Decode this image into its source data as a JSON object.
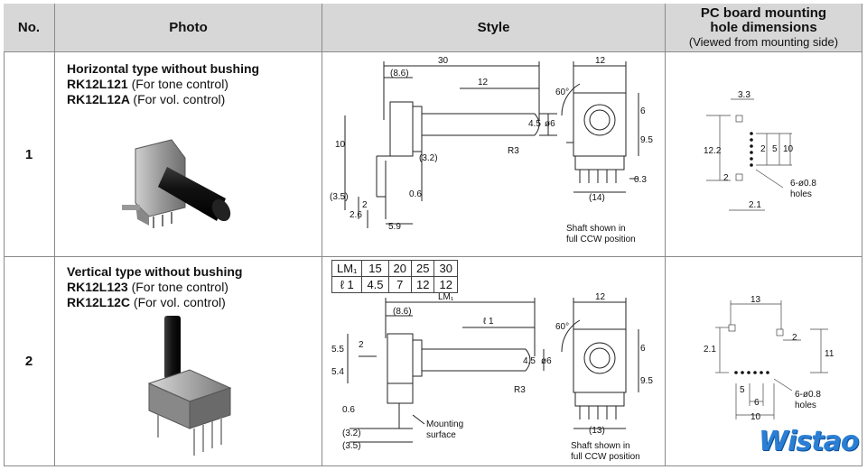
{
  "headers": {
    "no": "No.",
    "photo": "Photo",
    "style": "Style",
    "pc_line1": "PC board mounting",
    "pc_line2": "hole dimensions",
    "pc_line3": "(Viewed from mounting side)"
  },
  "rows": [
    {
      "no": "1",
      "title": "Horizontal type without bushing",
      "model1": "RK12L121",
      "model1_note": "(For tone control)",
      "model2": "RK12L12A",
      "model2_note": "(For vol. control)",
      "style_note1": "Shaft shown in",
      "style_note2": "full CCW position",
      "dims": {
        "d30": "30",
        "d8_6": "(8.6)",
        "d12": "12",
        "d60": "60°",
        "d12b": "12",
        "d6": "6",
        "d4_5": "4.5",
        "d6dia": "ø6",
        "d10": "10",
        "d3_2": "(3.2)",
        "r3": "R3",
        "d3_5": "(3.5)",
        "d2": "2",
        "d0_6": "0.6",
        "d2_6": "2.6",
        "d5_9": "5.9",
        "d9_5": "9.5",
        "d0_3": "0.3",
        "d14": "(14)"
      },
      "pc": {
        "d3_3": "3.3",
        "d12_2": "12.2",
        "d2a": "2",
        "d5": "5",
        "d10": "10",
        "d2b": "2",
        "d2_1": "2.1",
        "holes1": "6-ø0.8",
        "holes2": "holes"
      }
    },
    {
      "no": "2",
      "title": "Vertical type without bushing",
      "model1": "RK12L123",
      "model1_note": "(For tone control)",
      "model2": "RK12L12C",
      "model2_note": "(For vol. control)",
      "lm_table": {
        "row1": [
          "LM₁",
          "15",
          "20",
          "25",
          "30"
        ],
        "row2": [
          "ℓ 1",
          "4.5",
          "7",
          "12",
          "12"
        ]
      },
      "style_note1": "Shaft shown in",
      "style_note2": "full CCW position",
      "mount_note1": "Mounting",
      "mount_note2": "surface",
      "dims": {
        "lm1": "LM₁",
        "d8_6": "(8.6)",
        "l1": "ℓ 1",
        "d60": "60°",
        "d12": "12",
        "d5_5": "5.5",
        "d2": "2",
        "d5_4": "5.4",
        "d4_5": "4.5",
        "d6dia": "ø6",
        "r3": "R3",
        "d0_6": "0.6",
        "d3_2": "(3.2)",
        "d3_5": "(3.5)",
        "d6": "6",
        "d9_5": "9.5",
        "d13": "(13)"
      },
      "pc": {
        "d13": "13",
        "d2_1": "2.1",
        "d2": "2",
        "d11": "11",
        "d5": "5",
        "d6": "6",
        "d10": "10",
        "holes1": "6-ø0.8",
        "holes2": "holes"
      }
    }
  ],
  "logo_text": "Wistao"
}
